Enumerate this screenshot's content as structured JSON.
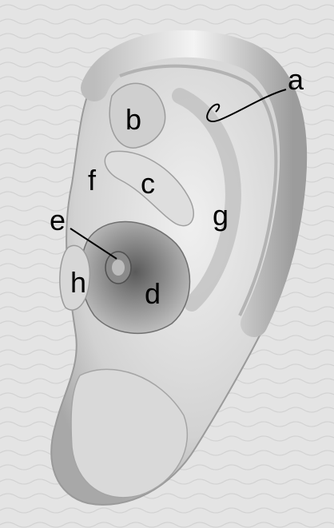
{
  "labels": {
    "a": "a",
    "b": "b",
    "c": "c",
    "d": "d",
    "e": "e",
    "f": "f",
    "g": "g",
    "h": "h"
  },
  "colors": {
    "background": "#e4e4e4",
    "ear_light": "#f2f2f2",
    "ear_mid": "#c8c8c8",
    "ear_dark": "#6e6e6e",
    "label": "#000000"
  }
}
